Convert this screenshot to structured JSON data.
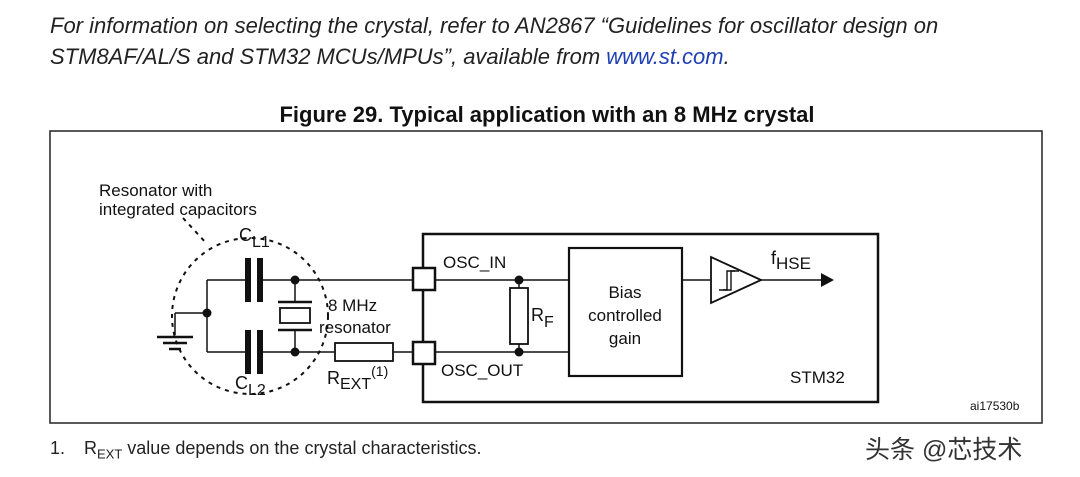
{
  "intro": {
    "text_before_link": "For information on selecting the crystal, refer to AN2867 “Guidelines for oscillator design on STM8AF/AL/S and STM32 MCUs/MPUs”, available from ",
    "link": "www.st.com",
    "text_after_link": "."
  },
  "figure": {
    "title": "Figure 29. Typical application with an 8 MHz crystal",
    "resonator_label_line1": "Resonator with",
    "resonator_label_line2": "integrated capacitors",
    "cl1_main": "C",
    "cl1_sub": "L1",
    "cl2_main": "C",
    "cl2_sub": "L2",
    "crystal_label_line1": "8 MHz",
    "crystal_label_line2": "resonator",
    "rext_main": "R",
    "rext_sub": "EXT",
    "rext_sup": "(1)",
    "osc_in": "OSC_IN",
    "osc_out": "OSC_OUT",
    "rf_main": "R",
    "rf_sub": "F",
    "gain_line1": "Bias",
    "gain_line2": "controlled",
    "gain_line3": "gain",
    "fhse_main": "f",
    "fhse_sub": "HSE",
    "chip": "STM32",
    "ref_code": "ai17530b"
  },
  "footnote": {
    "number": "1.",
    "r_main": "R",
    "r_sub": "EXT",
    "text": " value depends on the crystal characteristics."
  },
  "watermark": "头条 @芯技术"
}
